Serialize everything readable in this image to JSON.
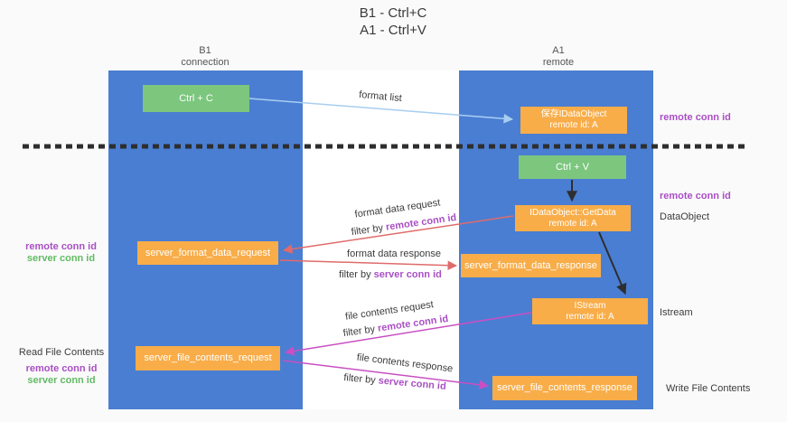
{
  "title": {
    "line1": "B1 - Ctrl+C",
    "line2": "A1 - Ctrl+V"
  },
  "columns": {
    "left": {
      "name": "B1",
      "subtitle": "connection"
    },
    "right": {
      "name": "A1",
      "subtitle": "remote"
    }
  },
  "boxes": {
    "ctrl_c": "Ctrl + C",
    "save_idataobject": {
      "line1": "保存IDataObject",
      "line2": "remote id: A"
    },
    "ctrl_v": "Ctrl + V",
    "getdata": {
      "line1": "IDataObject::GetData",
      "line2": "remote id: A"
    },
    "server_format_data_request": "server_format_data_request",
    "server_format_data_response": "server_format_data_response",
    "istream": {
      "line1": "IStream",
      "line2": "remote id: A"
    },
    "server_file_contents_request": "server_file_contents_request",
    "server_file_contents_response": "server_file_contents_response"
  },
  "flow_labels": {
    "format_list": "format list",
    "format_data_request": "format data request",
    "format_data_response": "format data response",
    "file_contents_request": "file contents request",
    "file_contents_response": "file contents response",
    "filter_by": "filter by",
    "remote_conn_id": "remote conn id",
    "server_conn_id": "server conn id"
  },
  "side_labels": {
    "left": {
      "remote_conn_id": "remote conn id",
      "server_conn_id": "server conn id",
      "read_file_contents": "Read File Contents",
      "remote_conn_id2": "remote conn id",
      "server_conn_id2": "server conn id"
    },
    "right": {
      "remote_conn_id_top": "remote conn id",
      "remote_conn_id_mid": "remote conn id",
      "dataobject": "DataObject",
      "istream": "Istream",
      "write_file_contents": "Write File Contents"
    }
  },
  "colors": {
    "column_blue": "#4a7ed2",
    "box_green": "#7cc67e",
    "box_orange": "#f8ad49",
    "arrow_light_blue": "#a8cef0",
    "arrow_red": "#e06b6b",
    "arrow_magenta": "#c94fc3",
    "arrow_black": "#2e2e2e",
    "text_purple": "#a94fc4",
    "text_green": "#63ba65"
  }
}
